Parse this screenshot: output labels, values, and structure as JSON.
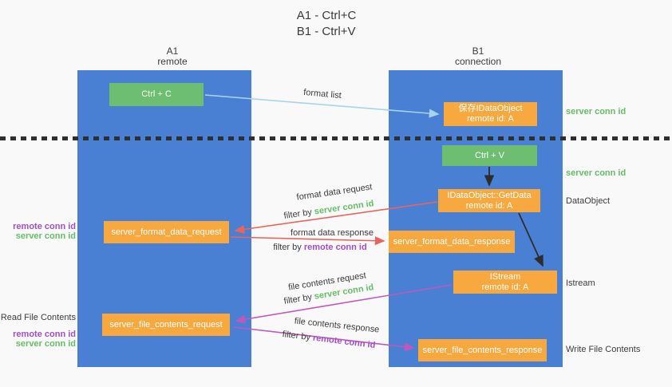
{
  "title": {
    "line1": "A1 - Ctrl+C",
    "line2": "B1 - Ctrl+V"
  },
  "lanes": {
    "left": {
      "name": "A1",
      "subtitle": "remote"
    },
    "right": {
      "name": "B1",
      "subtitle": "connection"
    }
  },
  "boxes": {
    "ctrl_c": "Ctrl + C",
    "ctrl_v": "Ctrl + V",
    "save_idataobject": {
      "line1": "保存IDataObject",
      "line2": "remote id: A"
    },
    "getdata": {
      "line1": "IDataObject::GetData",
      "line2": "remote id: A"
    },
    "istream": {
      "line1": "IStream",
      "line2": "remote id: A"
    },
    "format_request": "server_format_data_request",
    "format_response": "server_format_data_response",
    "file_request": "server_file_contents_request",
    "file_response": "server_file_contents_response"
  },
  "labels": {
    "format_list": "format list",
    "format_data_request": "format data request",
    "format_data_response": "format data response",
    "file_contents_request": "file contents request",
    "file_contents_response": "file contents response",
    "filter_by": "filter by",
    "server_conn_id": "server conn id",
    "remote_conn_id": "remote conn id",
    "dataobject": "DataObject",
    "istream": "Istream",
    "read_file_contents": "Read File Contents",
    "write_file_contents": "Write File Contents"
  },
  "colors": {
    "lane_blue": "#4a80d4",
    "box_green": "#6dbe70",
    "box_orange": "#f7a83e",
    "text_green": "#67bd67",
    "text_purple": "#a24fc6",
    "arrow_red": "#e8645f",
    "arrow_magenta": "#bf58be",
    "arrow_blue": "#a8d3ef",
    "arrow_black": "#2d2d2d",
    "text_dark": "#3c3c3c",
    "background": "#f9f9f9",
    "divider": "#2f2f2f"
  }
}
